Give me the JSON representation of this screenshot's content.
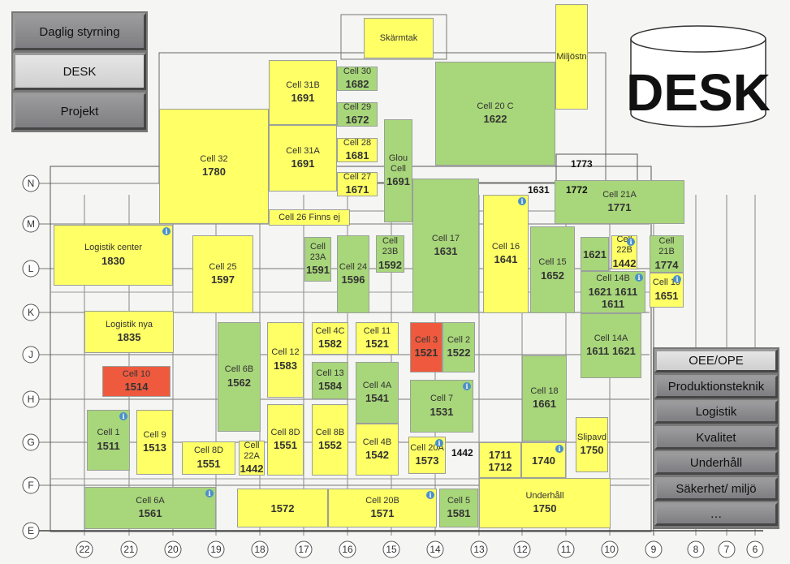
{
  "left_menu": [
    "Daglig styrning",
    "DESK",
    "Projekt"
  ],
  "right_menu": [
    "OEE/OPE",
    "Produktionsteknik",
    "Logistik",
    "Kvalitet",
    "Underhåll",
    "Säkerhet/ miljö",
    "…"
  ],
  "logo": {
    "text": "DESK"
  },
  "row_axis": [
    "N",
    "M",
    "L",
    "K",
    "J",
    "H",
    "G",
    "F",
    "E"
  ],
  "col_axis": [
    "22",
    "21",
    "20",
    "19",
    "18",
    "17",
    "16",
    "15",
    "14",
    "13",
    "12",
    "11",
    "10",
    "9",
    "8",
    "7",
    "6"
  ],
  "colors": {
    "yellow": "#ffff66",
    "green": "#a8d67a",
    "red": "#ef5a3e"
  },
  "cells": [
    {
      "name": "Skärmtak",
      "nr": "",
      "color": "yellow"
    },
    {
      "name": "Miljöstn",
      "nr": "",
      "color": "yellow"
    },
    {
      "name": "Cell 31B",
      "nr": "1691",
      "color": "yellow"
    },
    {
      "name": "Cell 30",
      "nr": "1682",
      "color": "green"
    },
    {
      "name": "Cell 29",
      "nr": "1672",
      "color": "green"
    },
    {
      "name": "Cell 28",
      "nr": "1681",
      "color": "yellow"
    },
    {
      "name": "Cell 27",
      "nr": "1671",
      "color": "yellow"
    },
    {
      "name": "Cell 31A",
      "nr": "1691",
      "color": "yellow"
    },
    {
      "name": "Cell 32",
      "nr": "1780",
      "color": "yellow"
    },
    {
      "name": "Cell 26 Finns ej",
      "nr": "",
      "color": "yellow"
    },
    {
      "name": "Glou Cell",
      "nr": "1691",
      "color": "green"
    },
    {
      "name": "Cell 20 C",
      "nr": "1622",
      "color": "green"
    },
    {
      "name": "Cell 17",
      "nr": "1631",
      "color": "green"
    },
    {
      "name": "Cell 16",
      "nr": "1641",
      "color": "yellow",
      "info": true
    },
    {
      "name": "Cell 21A",
      "nr": "1771",
      "color": "green"
    },
    {
      "name": "Logistik center",
      "nr": "1830",
      "color": "yellow",
      "info": true
    },
    {
      "name": "Cell 25",
      "nr": "1597",
      "color": "yellow"
    },
    {
      "name": "Cell 23A",
      "nr": "1591",
      "color": "green"
    },
    {
      "name": "Cell 24",
      "nr": "1596",
      "color": "green"
    },
    {
      "name": "Cell 23B",
      "nr": "1592",
      "color": "green"
    },
    {
      "name": "Cell 15",
      "nr": "1652",
      "color": "green"
    },
    {
      "name": "",
      "nr": "1621",
      "color": "green"
    },
    {
      "name": "Cell 22B",
      "nr": "1442",
      "color": "yellow",
      "info": true
    },
    {
      "name": "Cell 21B",
      "nr": "1774",
      "color": "green"
    },
    {
      "name": "Cell 14B",
      "nr": "1621 1611 1611",
      "color": "green",
      "info": true
    },
    {
      "name": "Cell 19",
      "nr": "1651",
      "color": "yellow",
      "info": true
    },
    {
      "name": "Logistik nya",
      "nr": "1835",
      "color": "yellow"
    },
    {
      "name": "Cell 6B",
      "nr": "1562",
      "color": "green"
    },
    {
      "name": "Cell 12",
      "nr": "1583",
      "color": "yellow"
    },
    {
      "name": "Cell 4C",
      "nr": "1582",
      "color": "yellow"
    },
    {
      "name": "Cell 11",
      "nr": "1521",
      "color": "yellow"
    },
    {
      "name": "Cell 3",
      "nr": "1521",
      "color": "red"
    },
    {
      "name": "Cell 2",
      "nr": "1522",
      "color": "green"
    },
    {
      "name": "Cell 14A",
      "nr": "1611 1621",
      "color": "green"
    },
    {
      "name": "Cell 10",
      "nr": "1514",
      "color": "red"
    },
    {
      "name": "Cell 13",
      "nr": "1584",
      "color": "green"
    },
    {
      "name": "Cell 4A",
      "nr": "1541",
      "color": "green"
    },
    {
      "name": "Cell 7",
      "nr": "1531",
      "color": "green",
      "info": true
    },
    {
      "name": "Cell 18",
      "nr": "1661",
      "color": "green"
    },
    {
      "name": "Cell 1",
      "nr": "1511",
      "color": "green",
      "info": true
    },
    {
      "name": "Cell 9",
      "nr": "1513",
      "color": "yellow"
    },
    {
      "name": "Cell 8D",
      "nr": "1551",
      "color": "yellow"
    },
    {
      "name": "Cell 8D",
      "nr": "1551",
      "color": "yellow"
    },
    {
      "name": "Cell 22A",
      "nr": "1442",
      "color": "yellow"
    },
    {
      "name": "Cell 8B",
      "nr": "1552",
      "color": "yellow"
    },
    {
      "name": "Cell 4B",
      "nr": "1542",
      "color": "yellow"
    },
    {
      "name": "Cell 20A",
      "nr": "1573",
      "color": "yellow",
      "info": true
    },
    {
      "name": "",
      "nr": "1711 1712",
      "color": "yellow"
    },
    {
      "name": "",
      "nr": "1740",
      "color": "yellow",
      "info": true
    },
    {
      "name": "Slipavd",
      "nr": "1750",
      "color": "yellow"
    },
    {
      "name": "Cell 6A",
      "nr": "1561",
      "color": "green",
      "info": true
    },
    {
      "name": "",
      "nr": "1572",
      "color": "yellow"
    },
    {
      "name": "Cell 20B",
      "nr": "1571",
      "color": "yellow",
      "info": true
    },
    {
      "name": "Cell 5",
      "nr": "1581",
      "color": "green"
    },
    {
      "name": "Underhåll",
      "nr": "1750",
      "color": "yellow"
    }
  ],
  "free_labels": [
    "1773",
    "1631",
    "1772",
    "1442"
  ]
}
